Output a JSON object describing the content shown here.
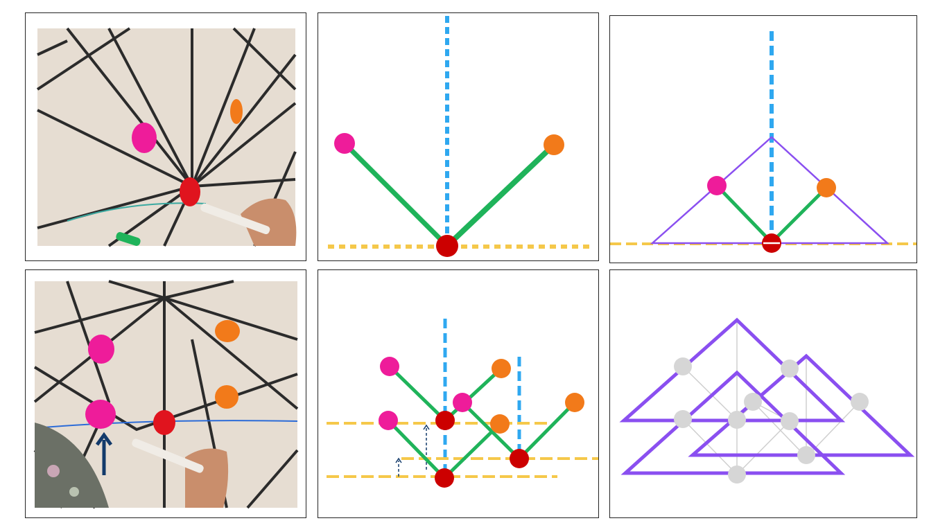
{
  "figure": {
    "panels": [
      {
        "id": "photo-top",
        "kind": "photo"
      },
      {
        "id": "diagram-v",
        "kind": "diagram"
      },
      {
        "id": "diagram-triangle",
        "kind": "diagram"
      },
      {
        "id": "photo-bottom",
        "kind": "photo"
      },
      {
        "id": "diagram-stacked",
        "kind": "diagram"
      },
      {
        "id": "diagram-lattice",
        "kind": "diagram"
      }
    ]
  },
  "colors": {
    "pink": "#ee1c9a",
    "orange": "#f27a1a",
    "red": "#cc0000",
    "green": "#1fb35a",
    "blue": "#2fa8f0",
    "yellow": "#f5c84a",
    "purple": "#8a4ff0",
    "gray_node": "#d6d6d6",
    "gray_line": "#cfcfcf",
    "arrow_navy": "#123a6b",
    "marker_line": "#2b2b2b",
    "plastic": "#e6ddd2"
  }
}
